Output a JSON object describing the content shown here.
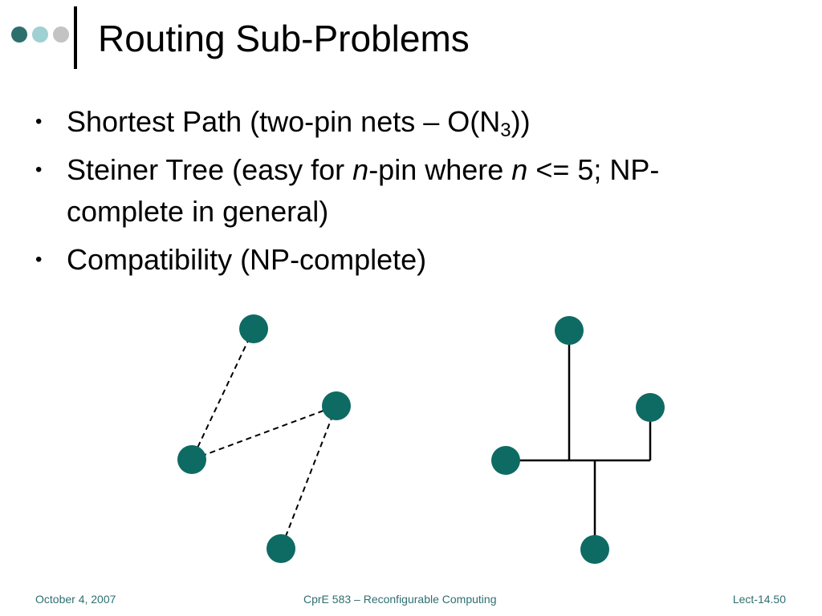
{
  "colors": {
    "node_fill": "#0d6b63",
    "dot1": "#2c6f6d",
    "dot2": "#9fd0d3",
    "dot3": "#c3c3c3",
    "footer_text": "#2f6f6f"
  },
  "slide": {
    "title": "Routing Sub-Problems",
    "bullets": [
      {
        "marker": "•",
        "text_1": "Shortest Path (two-pin nets – O(N",
        "sub": "3",
        "text_2": "))"
      },
      {
        "marker": "•",
        "text_1": "Steiner Tree (easy for ",
        "italic_1": "n",
        "text_2": "-pin where ",
        "italic_2": "n",
        "text_3": " <= 5; NP-complete in general)"
      },
      {
        "marker": "•",
        "text_1": "Compatibility (NP-complete)"
      }
    ]
  },
  "footer": {
    "date": "October 4, 2007",
    "course": "CprE 583 – Reconfigurable Computing",
    "lecture": "Lect-14.50"
  }
}
